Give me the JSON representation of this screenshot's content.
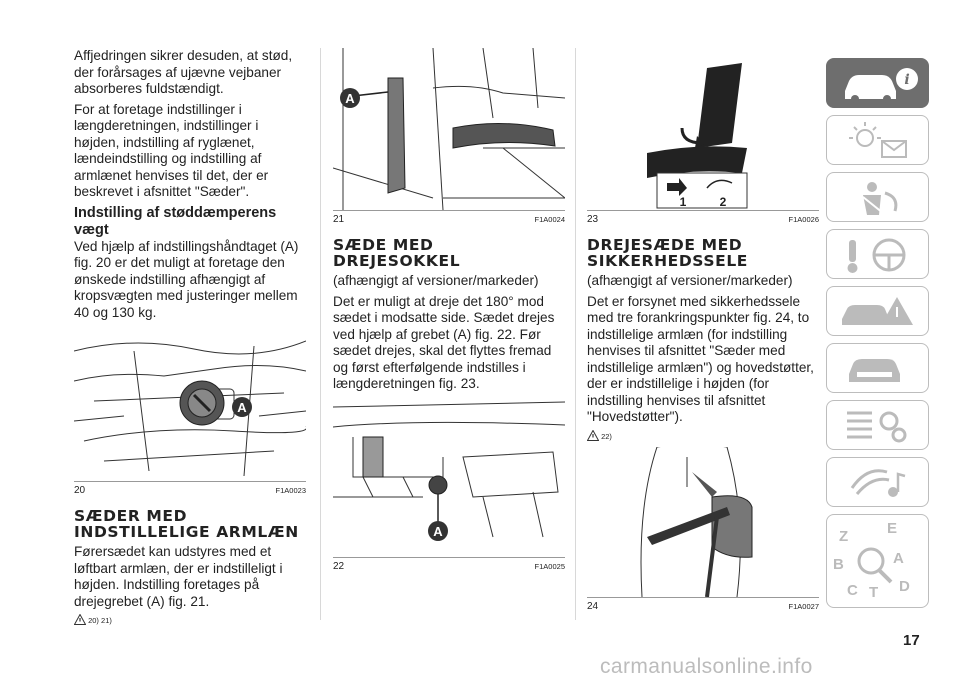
{
  "col1": {
    "para1": "Affjedringen sikrer desuden, at stød, der forårsages af ujævne vejbaner absorberes fuldstændigt.",
    "para2": "For at foretage indstillinger i længderetningen, indstillinger i højden, indstilling af ryglænet, lændeindstilling og indstilling af armlænet henvises til det, der er beskrevet i afsnittet \"Sæder\".",
    "heading": "Indstilling af støddæmperens vægt",
    "para3": "Ved hjælp af indstillingshåndtaget (A) fig. 20 er det muligt at foretage den ønskede indstilling afhængigt af kropsvægten med justeringer mellem 40 og 130 kg.",
    "fig": {
      "num": "20",
      "code": "F1A0023",
      "label": "A"
    },
    "section_title": "SÆDER MED INDSTILLELIGE ARMLÆN",
    "para4": "Førersædet kan udstyres med et løftbart armlæn, der er indstilleligt i højden. Indstilling foretages på drejegrebet (A) fig. 21.",
    "warn": "20) 21)"
  },
  "col2": {
    "fig_top": {
      "num": "21",
      "code": "F1A0024",
      "label": "A"
    },
    "section_title": "SÆDE MED DREJESOKKEL",
    "subtitle": "(afhængigt af versioner/markeder)",
    "para1": "Det er muligt at dreje det 180° mod sædet i modsatte side. Sædet drejes ved hjælp af grebet (A) fig. 22. Før sædet drejes, skal det flyttes fremad og først efterfølgende indstilles i længderetningen fig. 23.",
    "fig_bottom": {
      "num": "22",
      "code": "F1A0025",
      "label": "A"
    }
  },
  "col3": {
    "fig_top": {
      "num": "23",
      "code": "F1A0026",
      "label1": "1",
      "label2": "2"
    },
    "section_title": "DREJESÆDE MED SIKKERHEDSSELE",
    "subtitle": "(afhængigt af versioner/markeder)",
    "para1": "Det er forsynet med sikkerhedssele med tre forankringspunkter fig. 24, to indstillelige armlæn (for indstilling henvises til afsnittet \"Sæder med indstillelige armlæn\") og hovedstøtter, der er indstillelige i højden (for indstilling henvises til afsnittet \"Hovedstøtter\").",
    "warn": "22)",
    "fig_bottom": {
      "num": "24",
      "code": "F1A0027"
    }
  },
  "tabs": [
    {
      "icon": "car-info-icon",
      "active": true
    },
    {
      "icon": "lights-messages-icon"
    },
    {
      "icon": "airbag-person-icon"
    },
    {
      "icon": "key-steering-wheel-icon"
    },
    {
      "icon": "car-warning-icon"
    },
    {
      "icon": "car-service-icon"
    },
    {
      "icon": "data-gears-icon"
    },
    {
      "icon": "multimedia-icon"
    },
    {
      "icon": "alphabet-index-icon",
      "letters": [
        "Z",
        "E",
        "B",
        "A",
        "C",
        "T",
        "D"
      ]
    }
  ],
  "page_number": "17",
  "watermark": "carmanualsonline.info"
}
